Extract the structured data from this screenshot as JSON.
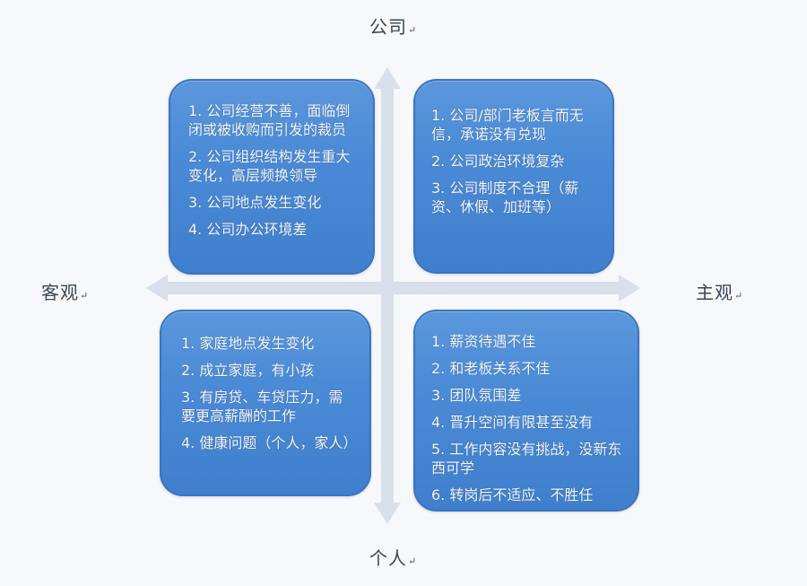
{
  "axes": {
    "top": {
      "label": "公司",
      "mark": "↵"
    },
    "bottom": {
      "label": "个人",
      "mark": "↵"
    },
    "left": {
      "label": "客观",
      "mark": "↵"
    },
    "right": {
      "label": "主观",
      "mark": "↵"
    }
  },
  "quadrants": {
    "top_left": {
      "position": "公司 / 客观",
      "items": [
        "1.  公司经营不善，面临倒闭或被收购而引发的裁员",
        "2. 公司组织结构发生重大变化，高层频换领导",
        "3. 公司地点发生变化",
        "4. 公司办公环境差"
      ]
    },
    "top_right": {
      "position": "公司 / 主观",
      "items": [
        "1. 公司/部门老板言而无信，承诺没有兑现",
        "2. 公司政治环境复杂",
        "3. 公司制度不合理（薪资、休假、加班等）"
      ]
    },
    "bottom_left": {
      "position": "个人 / 客观",
      "items": [
        "1. 家庭地点发生变化",
        "2.  成立家庭，有小孩",
        "3. 有房贷、车贷压力，需要更高薪酬的工作",
        "4.  健康问题（个人，家人）"
      ]
    },
    "bottom_right": {
      "position": "个人 / 主观",
      "items": [
        "1.   薪资待遇不佳",
        "2.   和老板关系不佳",
        "3. 团队氛围差",
        "4.   晋升空间有限甚至没有",
        "5. 工作内容没有挑战，没新东西可学",
        "6. 转岗后不适应、不胜任"
      ]
    }
  },
  "colors": {
    "box_fill": "#4a8ad6",
    "box_border": "#3a74c0",
    "box_text": "#f4f7fb",
    "axis_arrow": "#d9dfeb",
    "axis_label": "#3a4656",
    "background": "#f7f8fb"
  }
}
